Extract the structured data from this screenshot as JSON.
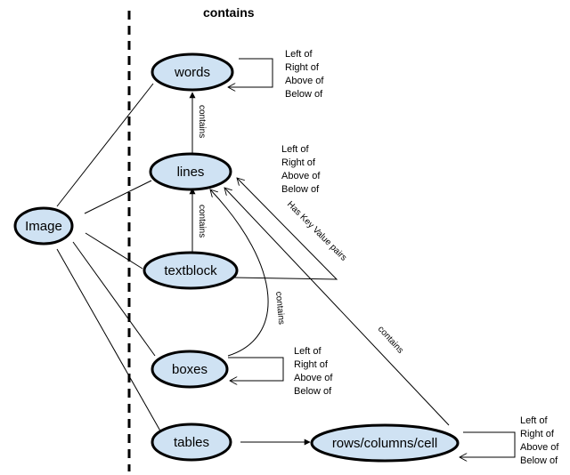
{
  "title": "contains",
  "nodes": {
    "image": "Image",
    "words": "words",
    "lines": "lines",
    "textblock": "textblock",
    "boxes": "boxes",
    "tables": "tables",
    "cells": "rows/columns/cell"
  },
  "relations": {
    "left_of": "Left of",
    "right_of": "Right of",
    "above_of": "Above of",
    "below_of": "Below of"
  },
  "edge_labels": {
    "lines_contains_words": "contains",
    "textblock_contains_lines": "contains",
    "boxes_contains_lines": "contains",
    "cells_contains_lines": "contains",
    "key_value": "Has Key Value pairs"
  },
  "colors": {
    "node_fill": "#cfe2f3",
    "stroke": "#000000",
    "background": "#ffffff"
  }
}
